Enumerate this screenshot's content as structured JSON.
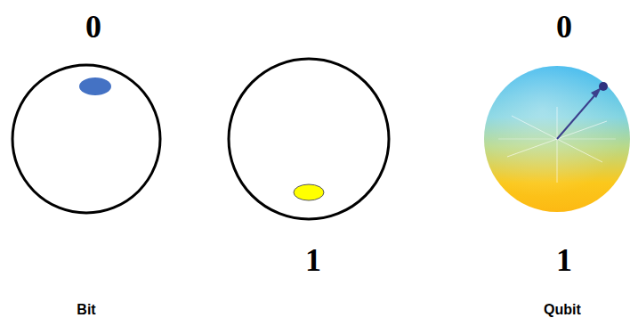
{
  "diagram": {
    "labels": [
      "0",
      "0",
      "1",
      "1",
      "Bit",
      "Qubit"
    ]
  }
}
